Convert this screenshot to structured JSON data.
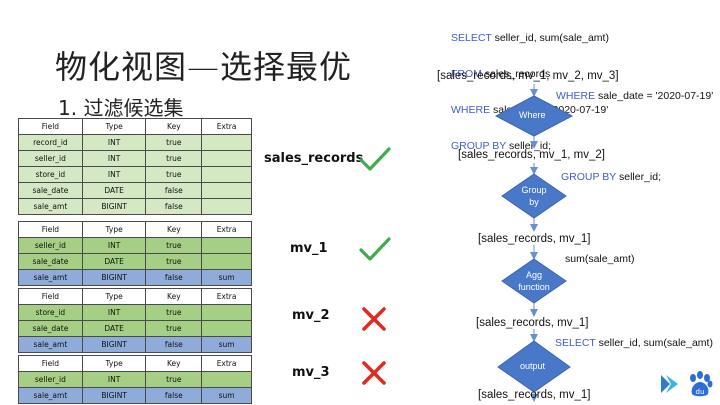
{
  "slide": {
    "title": "物化视图—选择最优",
    "subtitle": "1.  过滤候选集"
  },
  "tables": {
    "columns": [
      "Field",
      "Type",
      "Key",
      "Extra"
    ],
    "sales_records": {
      "name": "sales_records",
      "rows": [
        {
          "field": "record_id",
          "type": "INT",
          "key": "true",
          "extra": ""
        },
        {
          "field": "seller_id",
          "type": "INT",
          "key": "true",
          "extra": ""
        },
        {
          "field": "store_id",
          "type": "INT",
          "key": "true",
          "extra": ""
        },
        {
          "field": "sale_date",
          "type": "DATE",
          "key": "false",
          "extra": ""
        },
        {
          "field": "sale_amt",
          "type": "BIGINT",
          "key": "false",
          "extra": ""
        }
      ],
      "status": "check"
    },
    "mv_1": {
      "name": "mv_1",
      "rows": [
        {
          "field": "seller_id",
          "type": "INT",
          "key": "true",
          "extra": ""
        },
        {
          "field": "sale_date",
          "type": "DATE",
          "key": "true",
          "extra": ""
        },
        {
          "field": "sale_amt",
          "type": "BIGINT",
          "key": "false",
          "extra": "sum"
        }
      ],
      "status": "check"
    },
    "mv_2": {
      "name": "mv_2",
      "rows": [
        {
          "field": "store_id",
          "type": "INT",
          "key": "true",
          "extra": ""
        },
        {
          "field": "sale_date",
          "type": "DATE",
          "key": "true",
          "extra": ""
        },
        {
          "field": "sale_amt",
          "type": "BIGINT",
          "key": "false",
          "extra": "sum"
        }
      ],
      "status": "cross"
    },
    "mv_3": {
      "name": "mv_3",
      "rows": [
        {
          "field": "seller_id",
          "type": "INT",
          "key": "true",
          "extra": ""
        },
        {
          "field": "sale_amt",
          "type": "BIGINT",
          "key": "false",
          "extra": "sum"
        }
      ],
      "status": "cross"
    }
  },
  "query": {
    "line1_kw": "SELECT",
    "line1_rest": " seller_id, sum(sale_amt)",
    "line2_kw": "FROM",
    "line2_rest": " sales_records",
    "line3_kw": "WHERE",
    "line3_rest": " sale_date = '2020-07-19'",
    "line4_kw": "GROUP BY",
    "line4_rest": " seller_id;"
  },
  "flow": {
    "candidates_0": "[sales_records, mv_1, mv_2, mv_3]",
    "where_kw": "WHERE",
    "where_rest": " sale_date = '2020-07-19'",
    "node_where": "Where",
    "candidates_1": "[sales_records, mv_1, mv_2]",
    "groupby_kw": "GROUP BY",
    "groupby_rest": " seller_id;",
    "node_group_line1": "Group",
    "node_group_line2": "by",
    "candidates_2": "[sales_records, mv_1]",
    "agg_label": "sum(sale_amt)",
    "node_agg_line1": "Agg",
    "node_agg_line2": "function",
    "candidates_3": "[sales_records, mv_1]",
    "select_kw": "SELECT",
    "select_rest": " seller_id, sum(sale_amt)",
    "node_output": "output",
    "candidates_4": "[sales_records, mv_1]"
  },
  "colors": {
    "light_green": "#d4e8c4",
    "green": "#a5cf84",
    "blue": "#8fabd9",
    "node": "#4a78c8",
    "keyword": "#3d5ec8",
    "check": "#3cad4b",
    "cross": "#e02b20"
  },
  "icons": {
    "check": "check-icon",
    "cross": "cross-icon",
    "logos": [
      "paddle-logo-icon",
      "baidu-logo-icon"
    ]
  }
}
